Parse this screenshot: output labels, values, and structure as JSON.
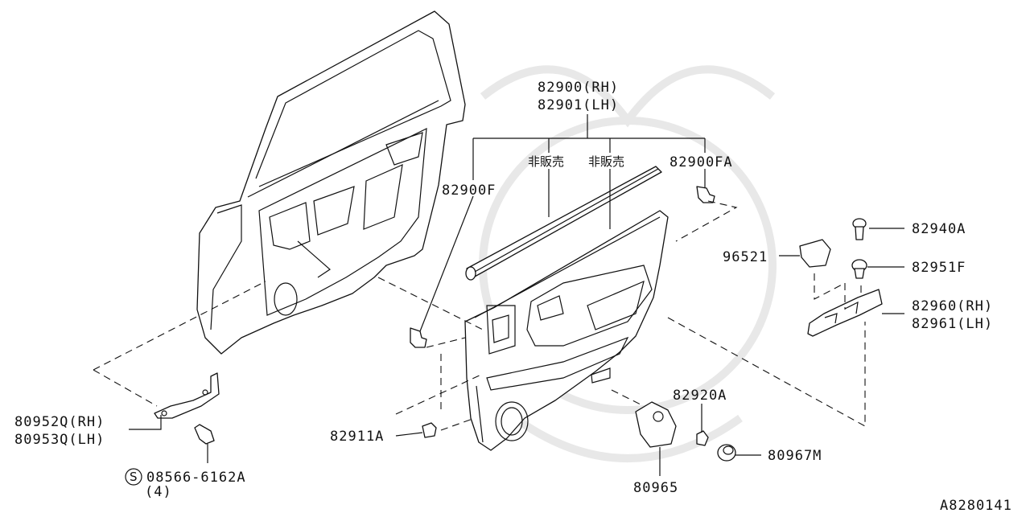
{
  "diagram_id": "A8280141",
  "labels": {
    "p82900_rh": "82900(RH)",
    "p82901_lh": "82901(LH)",
    "not_for_sale": "非販売",
    "p82900fa": "82900FA",
    "p82900f": "82900F",
    "p82940a": "82940A",
    "p96521": "96521",
    "p82951f": "82951F",
    "p82960_rh": "82960(RH)",
    "p82961_lh": "82961(LH)",
    "p80952q_rh": "80952Q(RH)",
    "p80953q_lh": "80953Q(LH)",
    "p82920a": "82920A",
    "p82911a": "82911A",
    "p80967m": "80967M",
    "p80965": "80965",
    "screw_symbol": "S",
    "p08566": "08566-6162A",
    "qty_4": "(4)"
  }
}
